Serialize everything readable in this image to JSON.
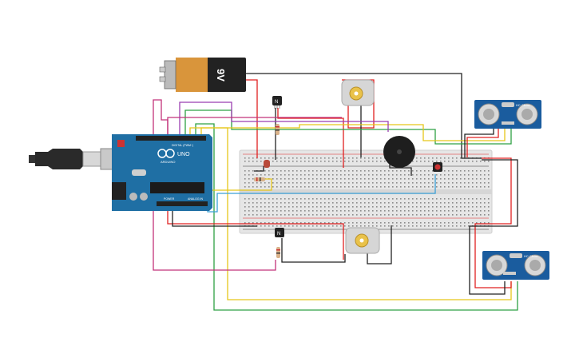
{
  "battery": {
    "label": "9V"
  },
  "arduino": {
    "brand": "ARDUINO",
    "model": "UNO",
    "digital_label": "DIGITAL (PWM~)",
    "power_label": "POWER",
    "analog_label": "ANALOG IN"
  },
  "transistors": {
    "top_label": "N",
    "bottom_label": "N"
  },
  "sensors": {
    "top_label": "HC-SR04",
    "bottom_label": "HC-SR04"
  },
  "colors": {
    "wire_red": "#e02020",
    "wire_black": "#222222",
    "wire_green": "#2ea043",
    "wire_yellow": "#e6c619",
    "wire_purple": "#9b3fb0",
    "wire_magenta": "#c2337a",
    "wire_blue": "#3aa0d8",
    "arduino_board": "#1f6fa4",
    "sensor_board": "#1a5c9e",
    "breadboard": "#e9e9e9"
  }
}
